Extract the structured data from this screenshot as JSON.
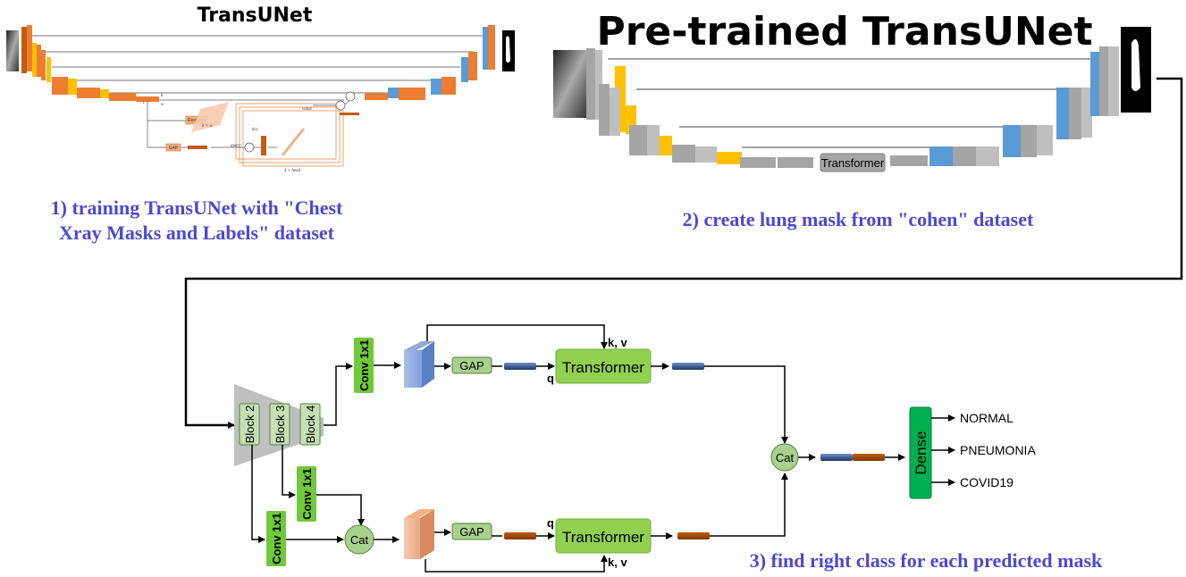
{
  "panel1": {
    "title": "TransUNet",
    "caption_line1": "1) training TransUNet with \"Chest",
    "caption_line2": "Xray Masks and Labels\" dataset",
    "mini": {
      "reshape": "Reshape",
      "gap": "GAP",
      "query": "query",
      "key": "key",
      "value": "value",
      "softmax": "Softmax",
      "head": "4 × head",
      "c": "c",
      "h": "h",
      "w": "w",
      "hw": "h × w"
    }
  },
  "panel2": {
    "title": "Pre-trained TransUNet",
    "transformer": "Transformer",
    "caption": "2) create lung mask from \"cohen\" dataset"
  },
  "panel3": {
    "caption": "3) find right class for each predicted mask",
    "blocks": [
      "Block 2",
      "Block 3",
      "Block 4"
    ],
    "conv": "Conv 1x1",
    "cat": "Cat",
    "gap": "GAP",
    "transformer": "Transformer",
    "kv": "k, v",
    "q": "q",
    "dense": "Dense",
    "classes": [
      "NORMAL",
      "PNEUMONIA",
      "COVID19"
    ]
  },
  "colors": {
    "orange": "#ed7d31",
    "yellow": "#ffc000",
    "blue": "#5b9bd5",
    "gray": "#a5a5a5",
    "green": "#92d050",
    "dark_green": "#00b050",
    "light_green": "#c5e0b4",
    "caption_blue": "#4a4ad0"
  }
}
